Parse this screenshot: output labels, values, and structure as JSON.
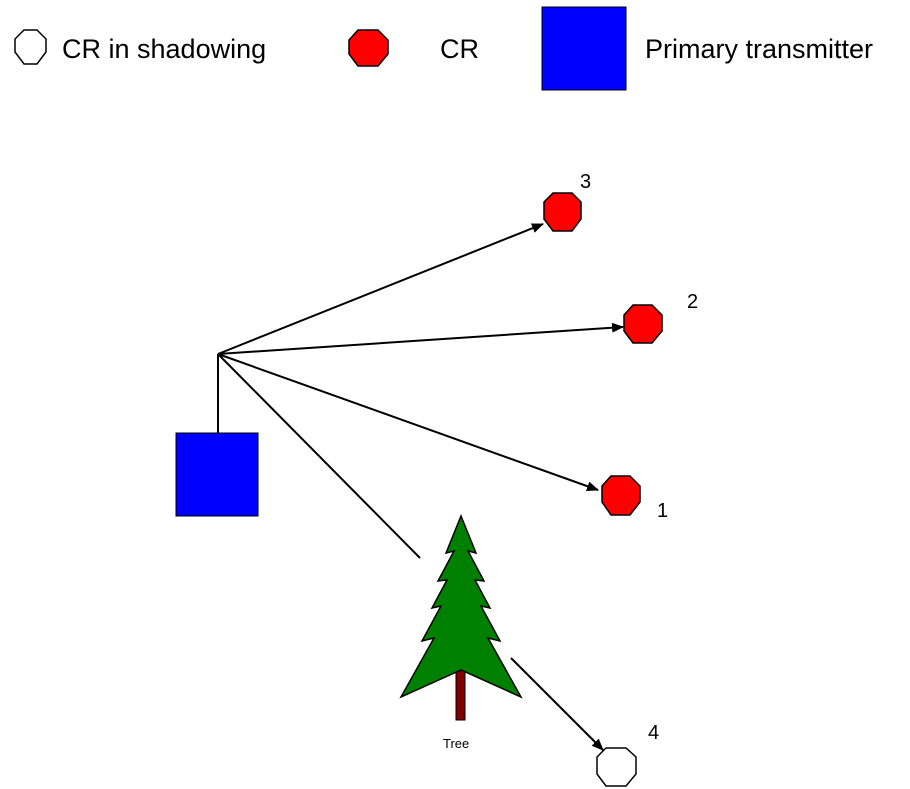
{
  "legend": {
    "shadowed_label": "CR in shadowing",
    "cr_label": "CR",
    "transmitter_label": "Primary transmitter"
  },
  "nodes": {
    "cr1_label": "1",
    "cr2_label": "2",
    "cr3_label": "3",
    "cr4_label": "4",
    "tree_label": "Tree"
  },
  "colors": {
    "cr_fill": "#ff0000",
    "shadowed_fill": "#ffffff",
    "transmitter_fill": "#0000ff",
    "tree_fill": "#008000",
    "trunk_fill": "#800000"
  }
}
